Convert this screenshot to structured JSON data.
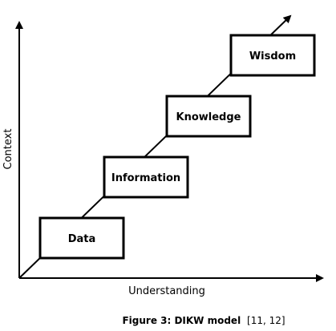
{
  "stages": [
    {
      "label": "Data"
    },
    {
      "label": "Information"
    },
    {
      "label": "Knowledge"
    },
    {
      "label": "Wisdom"
    }
  ],
  "axes": {
    "x_label": "Understanding",
    "y_label": "Context"
  },
  "caption": {
    "figure": "Figure 3: DIKW model",
    "reference": "[11, 12]"
  }
}
